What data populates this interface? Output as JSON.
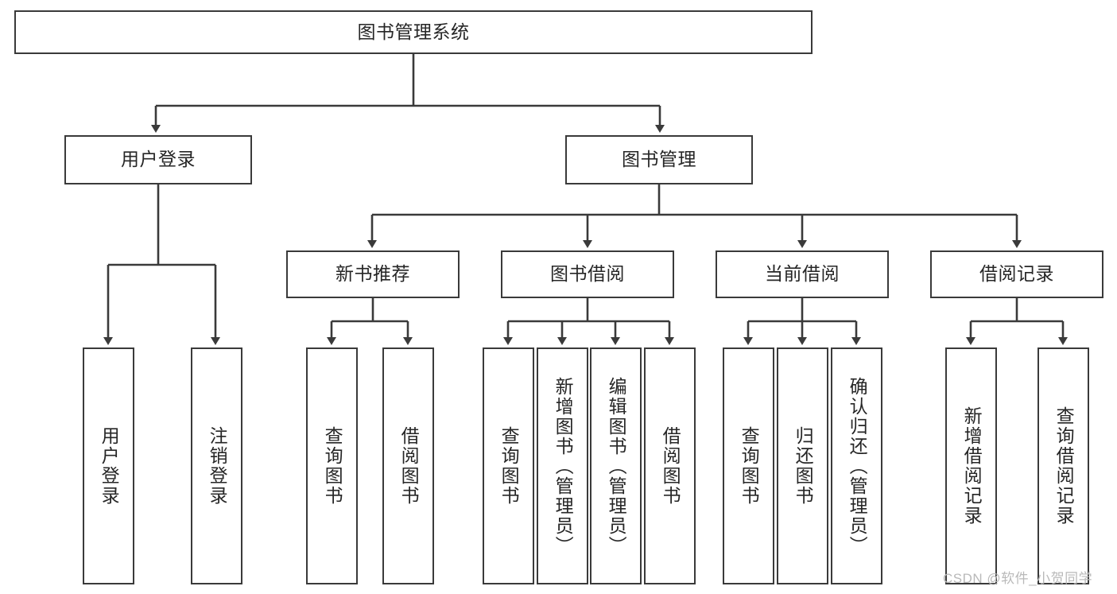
{
  "diagram": {
    "title": "图书管理系统",
    "type": "tree-hierarchy",
    "root": {
      "label": "图书管理系统",
      "children": [
        {
          "label": "用户登录",
          "children": [
            {
              "label": "用户登录"
            },
            {
              "label": "注销登录"
            }
          ]
        },
        {
          "label": "图书管理",
          "children": [
            {
              "label": "新书推荐",
              "children": [
                {
                  "label": "查询图书"
                },
                {
                  "label": "借阅图书"
                }
              ]
            },
            {
              "label": "图书借阅",
              "children": [
                {
                  "label": "查询图书"
                },
                {
                  "label": "新增图书（管理员）"
                },
                {
                  "label": "编辑图书（管理员）"
                },
                {
                  "label": "借阅图书"
                }
              ]
            },
            {
              "label": "当前借阅",
              "children": [
                {
                  "label": "查询图书"
                },
                {
                  "label": "归还图书"
                },
                {
                  "label": "确认归还（管理员）"
                }
              ]
            },
            {
              "label": "借阅记录",
              "children": [
                {
                  "label": "新增借阅记录"
                },
                {
                  "label": "查询借阅记录"
                }
              ]
            }
          ]
        }
      ]
    }
  },
  "watermark": {
    "text": "CSDN @软件_小贺同学"
  },
  "colors": {
    "stroke": "#3a3a3a",
    "text": "#262626",
    "background": "#ffffff",
    "watermark": "#b9b9b9"
  }
}
